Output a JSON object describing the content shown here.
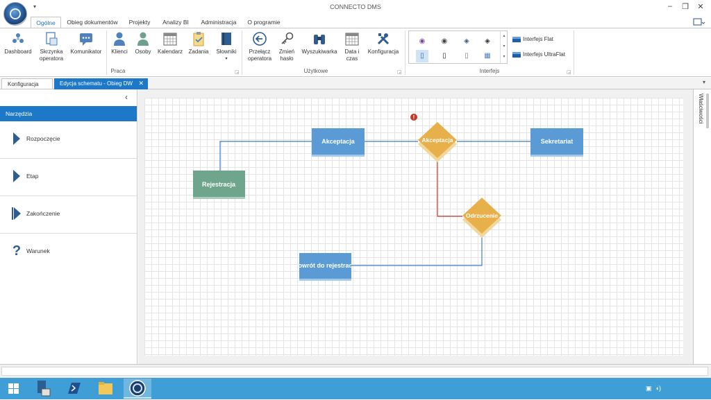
{
  "app": {
    "title": "CONNECTO DMS",
    "quick_access": "▾"
  },
  "window_controls": {
    "minimize": "–",
    "restore": "❐",
    "close": "✕"
  },
  "ribbon_tabs": [
    "Ogólne",
    "Obieg dokumentów",
    "Projekty",
    "Analizy BI",
    "Administracja",
    "O programie"
  ],
  "ribbon": {
    "buttons": [
      {
        "label": "Dashboard",
        "icon": "dashboard-icon"
      },
      {
        "label": "Skrzynka\noperatora",
        "icon": "inbox-icon"
      },
      {
        "label": "Komunikator",
        "icon": "chat-icon"
      },
      {
        "label": "Klienci",
        "icon": "clients-icon"
      },
      {
        "label": "Osoby",
        "icon": "person-icon"
      },
      {
        "label": "Kalendarz",
        "icon": "calendar-icon"
      },
      {
        "label": "Zadania",
        "icon": "tasks-icon"
      },
      {
        "label": "Słowniki",
        "icon": "book-icon"
      },
      {
        "label": "Przełącz\noperatora",
        "icon": "switch-user-icon"
      },
      {
        "label": "Zmień\nhasło",
        "icon": "key-icon"
      },
      {
        "label": "Wyszukiwarka",
        "icon": "binoculars-icon"
      },
      {
        "label": "Data i\nczas",
        "icon": "date-time-icon"
      },
      {
        "label": "Konfiguracja",
        "icon": "tools-icon"
      }
    ],
    "groups": [
      "Praca",
      "Użytkowe",
      "Interfejs"
    ],
    "themes": [
      "Interfejs Flat",
      "Interfejs UltraFlat"
    ]
  },
  "doc_tabs": [
    {
      "label": "Konfiguracja"
    },
    {
      "label": "Edycja schematu - Obieg DW",
      "close": "✕"
    }
  ],
  "tools_panel": {
    "title": "Narzędzia",
    "items": [
      "Rozpoczęcie",
      "Etap",
      "Zakończenie",
      "Warunek"
    ]
  },
  "diagram": {
    "nodes": [
      {
        "id": "n-rejestracja",
        "type": "stage-green",
        "label": "Rejestracja"
      },
      {
        "id": "n-akceptacja",
        "type": "stage",
        "label": "Akceptacja"
      },
      {
        "id": "n-sekretariat",
        "type": "stage",
        "label": "Sekretariat"
      },
      {
        "id": "n-powrot",
        "type": "stage",
        "label": "Powrót do rejestracji"
      },
      {
        "id": "d-akceptacja",
        "type": "condition",
        "label": "Akceptacja"
      },
      {
        "id": "d-odrzucenie",
        "type": "condition",
        "label": "Odrzucenie"
      }
    ],
    "colors": {
      "stage": "#5b9bd5",
      "stage_green": "#6fa58d",
      "condition": "#e8b04a",
      "edge": "#3f7fbf",
      "edge_reject": "#c0392b",
      "warning": "#c0392b"
    }
  },
  "right_dock": {
    "label": "Właściwości"
  }
}
